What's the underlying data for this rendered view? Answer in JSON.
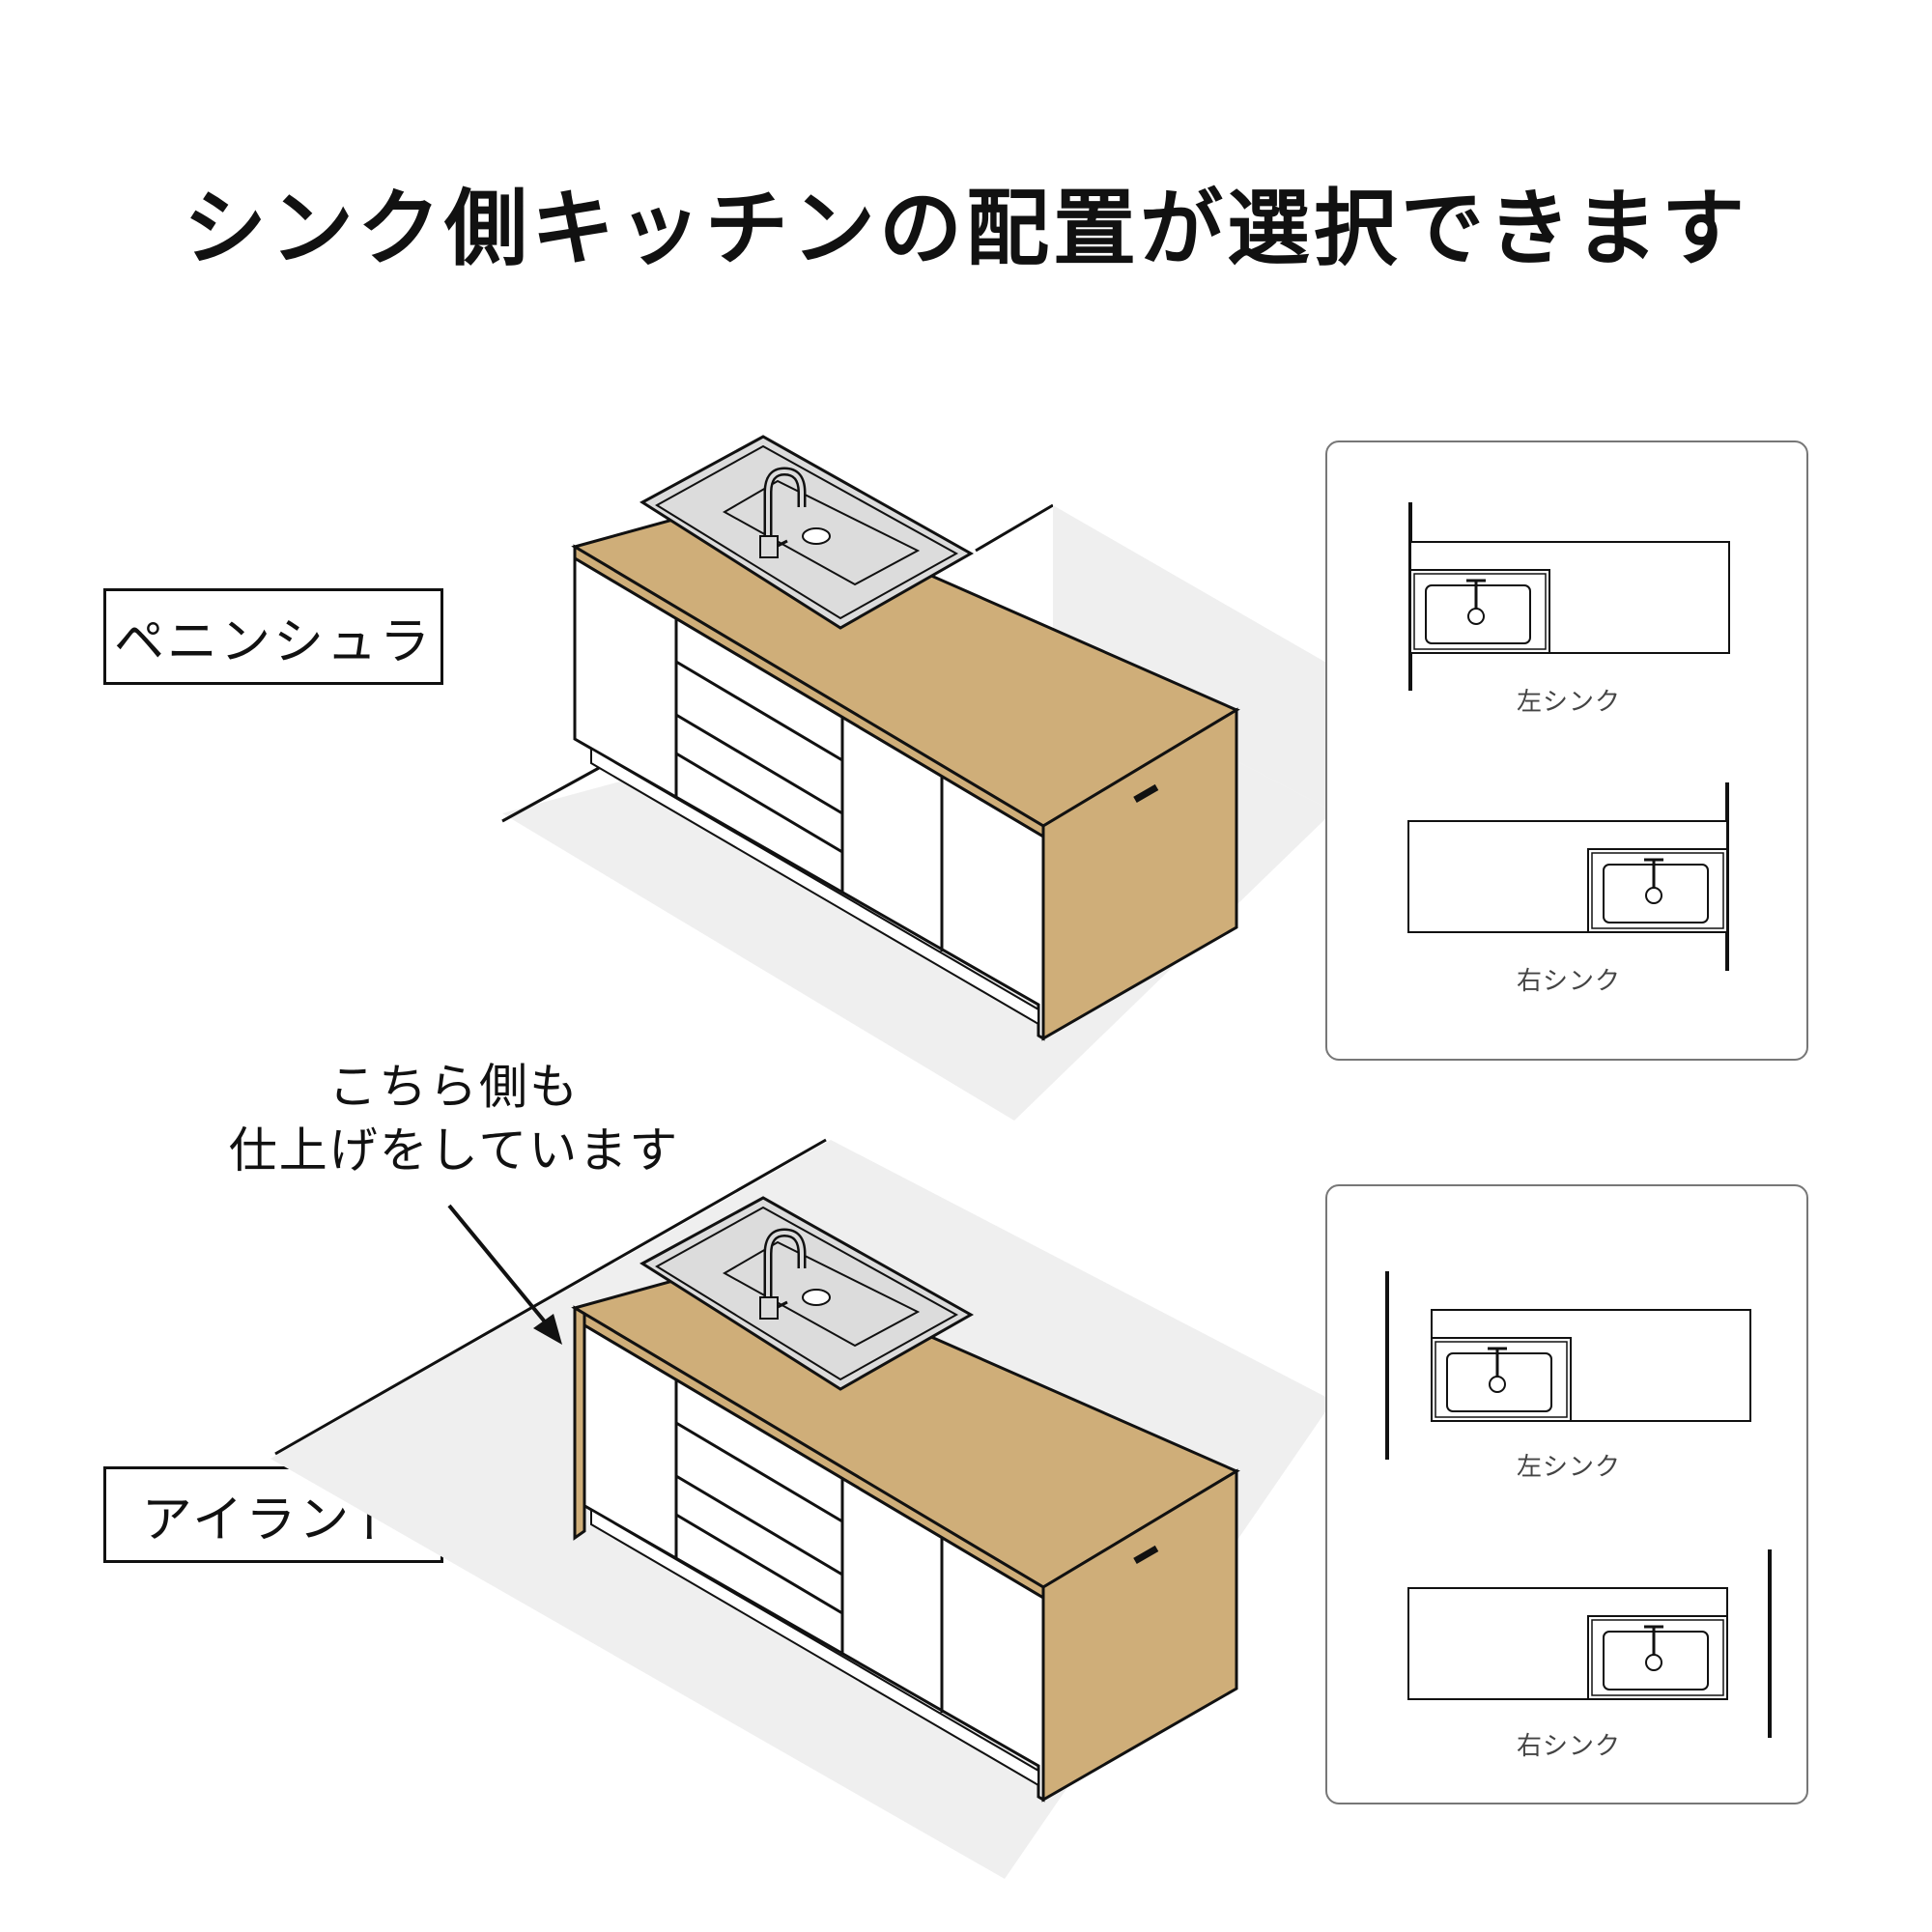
{
  "title": "シンク側キッチンの配置が選択できます",
  "callout": {
    "line1": "こちら側も",
    "line2": "仕上げをしています"
  },
  "layouts": [
    {
      "name": "ペニンシュラ",
      "plans": [
        {
          "label": "左シンク",
          "sink_side": "left",
          "wall": "left"
        },
        {
          "label": "右シンク",
          "sink_side": "right",
          "wall": "right"
        }
      ]
    },
    {
      "name": "アイランド",
      "plans": [
        {
          "label": "左シンク",
          "sink_side": "left",
          "wall": "left-detached"
        },
        {
          "label": "右シンク",
          "sink_side": "right",
          "wall": "right-detached"
        }
      ]
    }
  ],
  "colors": {
    "wood": "#cfae79",
    "shadow": "#efefef",
    "sink": "#dcdcdc",
    "line": "#111111",
    "panel_border": "#777777"
  }
}
